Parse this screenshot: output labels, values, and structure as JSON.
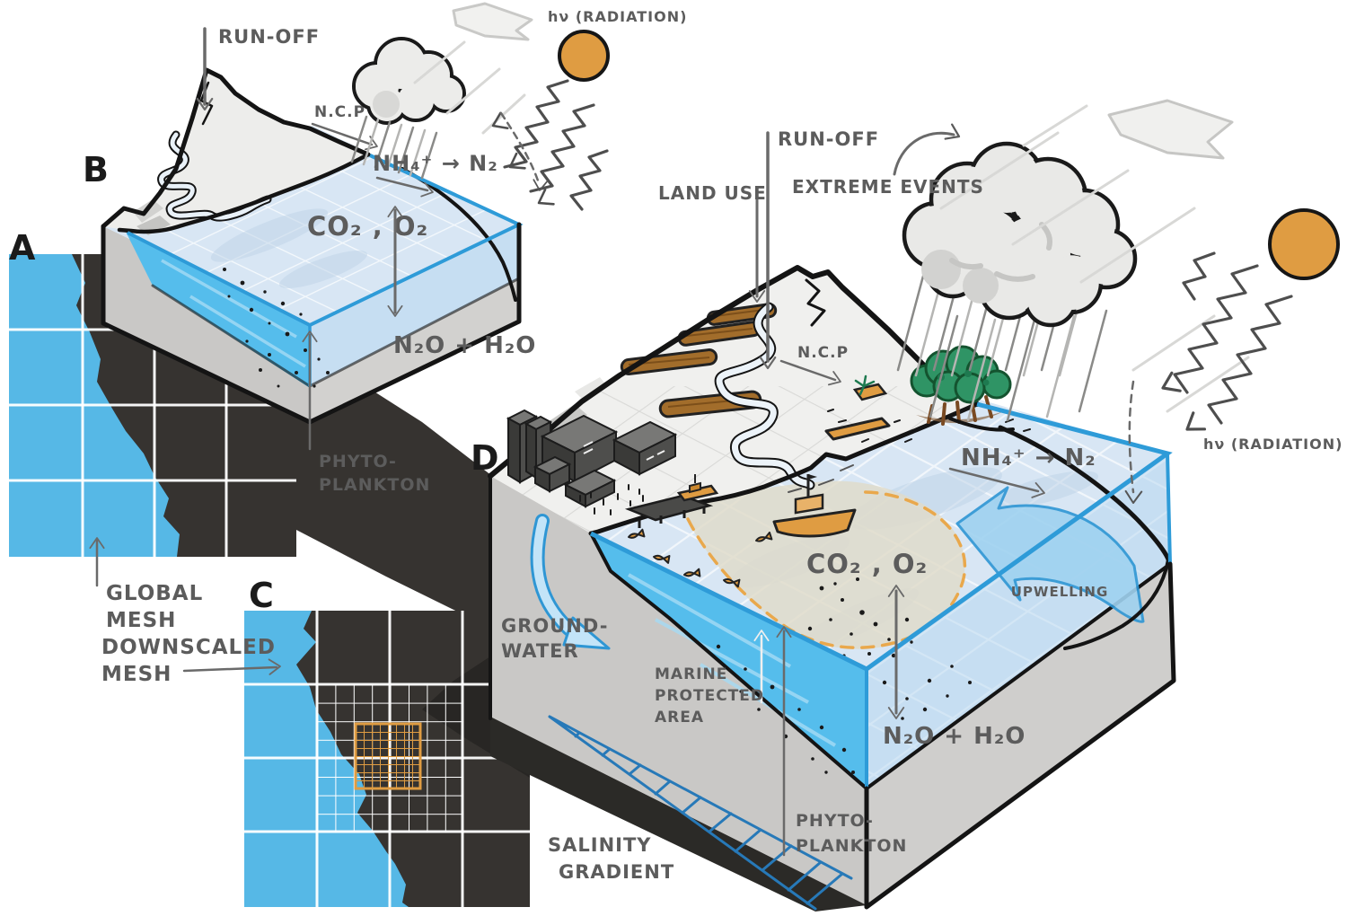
{
  "diagram": {
    "panelA": {
      "letter": "A",
      "caption": [
        "GLOBAL",
        "MESH"
      ]
    },
    "panelB": {
      "letter": "B",
      "runoff": "RUN-OFF",
      "ncp": "N.C.P",
      "ammonium": "NH₄⁺ → N₂",
      "gases": "CO₂ , O₂",
      "nitrous": "N₂O + H₂O",
      "radiation": "hν (RADIATION)",
      "phyto": [
        "PHYTO-",
        "PLANKTON"
      ]
    },
    "panelC": {
      "letter": "C",
      "caption": [
        "DOWNSCALED",
        "MESH"
      ]
    },
    "panelD": {
      "letter": "D",
      "land_use": "LAND USE",
      "runoff": "RUN-OFF",
      "extreme_events": "EXTREME EVENTS",
      "ncp": "N.C.P",
      "ammonium": "NH₄⁺ → N₂",
      "gases": "CO₂ , O₂",
      "nitrous": "N₂O + H₂O",
      "radiation": "hν (RADIATION)",
      "upwelling": "UPWELLING",
      "groundwater": [
        "GROUND-",
        "WATER"
      ],
      "marine_protected_area": [
        "MARINE",
        "PROTECTED",
        "AREA"
      ],
      "salinity_gradient": [
        "SALINITY",
        "GRADIENT"
      ],
      "phyto": [
        "PHYTO-",
        "PLANKTON"
      ]
    },
    "colors": {
      "ocean": "#56B8E6",
      "land": "#363330",
      "mesh": "#DF9C42",
      "sun": "#DF9C42",
      "surface": "#D8E6F4",
      "wbright": "#55BDEC",
      "wlight": "#C6DEF2",
      "wedge": "#2E9BD8",
      "base": "#C9C8C6",
      "under": "#2B2A27",
      "field": "#A26D2B",
      "tree": "#2F9465",
      "boat": "#DF9C42",
      "sand": "#E0DBC8",
      "mpaborder": "#E9A84C",
      "label": "#5C5C5C"
    }
  }
}
